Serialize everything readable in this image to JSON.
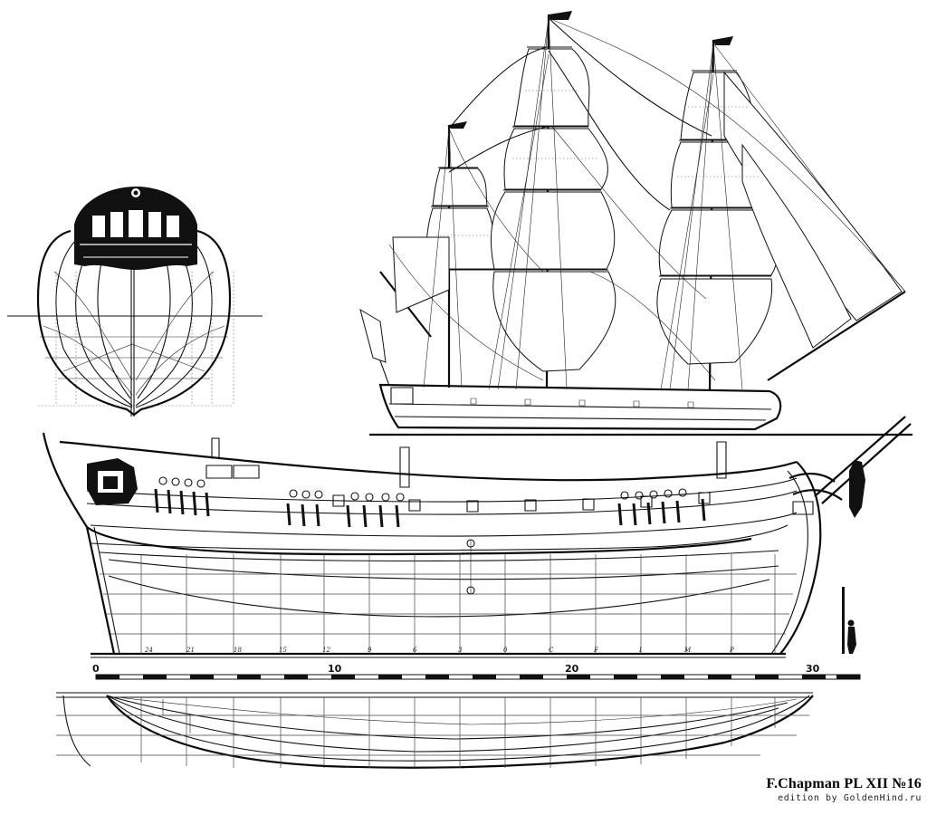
{
  "plate": {
    "title": "F.Chapman PL XII  №16",
    "credit": "edition by GoldenHind.ru"
  },
  "scale_bar": {
    "labels": [
      "0",
      "10",
      "20",
      "30"
    ]
  },
  "stations": {
    "labels": [
      "24",
      "21",
      "18",
      "15",
      "12",
      "9",
      "6",
      "3",
      "0",
      "C",
      "F",
      "I",
      "M",
      "P"
    ]
  },
  "colors": {
    "ink": "#111111",
    "paper": "#ffffff"
  }
}
